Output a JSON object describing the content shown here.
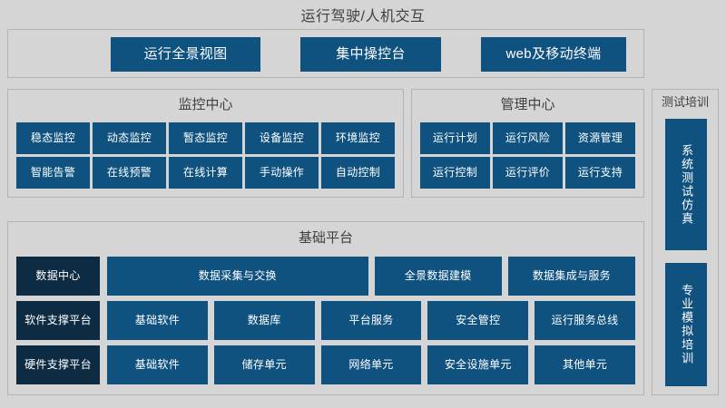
{
  "title": "运行驾驶/人机交互",
  "colors": {
    "background": "#d5d5d5",
    "panel_border": "#b3b3b3",
    "tile_blue": "#0f5280",
    "tile_dark_blue": "#0d2c44",
    "tile_text": "#ffffff",
    "title_text": "#404040"
  },
  "header": {
    "buttons": [
      {
        "label": "运行全景视图"
      },
      {
        "label": "集中操控台"
      },
      {
        "label": "web及移动终端"
      }
    ]
  },
  "monitor_center": {
    "title": "监控中心",
    "rows": [
      [
        "稳态监控",
        "动态监控",
        "暂态监控",
        "设备监控",
        "环境监控"
      ],
      [
        "智能告警",
        "在线预警",
        "在线计算",
        "手动操作",
        "自动控制"
      ]
    ]
  },
  "manage_center": {
    "title": "管理中心",
    "rows": [
      [
        "运行计划",
        "运行风险",
        "资源管理"
      ],
      [
        "运行控制",
        "运行评价",
        "运行支持"
      ]
    ]
  },
  "test_training": {
    "title": "测试培训",
    "items": [
      {
        "label": "系统测试仿真"
      },
      {
        "label": "专业模拟培训"
      }
    ]
  },
  "base_platform": {
    "title": "基础平台",
    "rows": [
      {
        "label": "数据中心",
        "items": [
          {
            "label": "数据采集与交换",
            "wide": true
          },
          {
            "label": "全景数据建模",
            "wide": false
          },
          {
            "label": "数据集成与服务",
            "wide": false
          }
        ]
      },
      {
        "label": "软件支撑平台",
        "items": [
          {
            "label": "基础软件",
            "wide": false
          },
          {
            "label": "数据库",
            "wide": false
          },
          {
            "label": "平台服务",
            "wide": false
          },
          {
            "label": "安全管控",
            "wide": false
          },
          {
            "label": "运行服务总线",
            "wide": false
          }
        ]
      },
      {
        "label": "硬件支撑平台",
        "items": [
          {
            "label": "基础软件",
            "wide": false
          },
          {
            "label": "储存单元",
            "wide": false
          },
          {
            "label": "网络单元",
            "wide": false
          },
          {
            "label": "安全设施单元",
            "wide": false
          },
          {
            "label": "其他单元",
            "wide": false
          }
        ]
      }
    ]
  }
}
